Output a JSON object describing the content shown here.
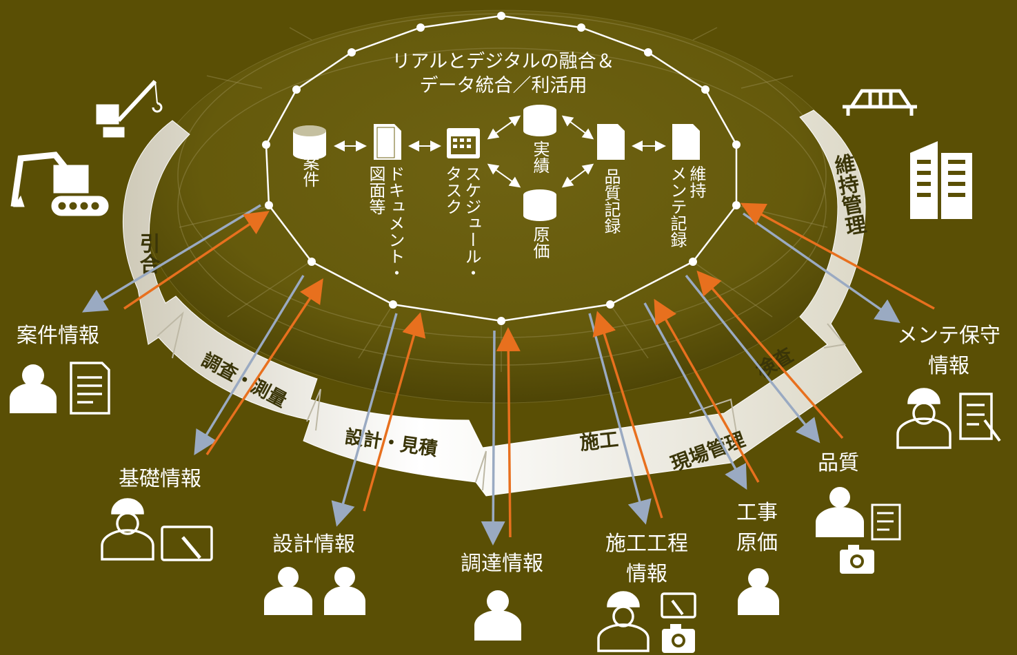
{
  "center": {
    "title_line1": "リアルとデジタルの融合＆",
    "title_line2": "データ統合／利活用"
  },
  "db_items": {
    "anken": "案件",
    "document": [
      "ドキュメント・",
      "図面等"
    ],
    "schedule": [
      "スケジュール・",
      "タスク"
    ],
    "jisseki": "実績",
    "genka": "原価",
    "hinshitsu_kiroku": "品質記録",
    "iji_kiroku": [
      "維持",
      "メンテ記録"
    ]
  },
  "process_phases": {
    "hikiai": "引合",
    "chousa": "調査・測量",
    "sekkei": "設計・見積",
    "sekou": "施工",
    "kensa": "検査",
    "genba": "現場管理",
    "iji": "維持管理"
  },
  "info_labels": {
    "anken": "案件情報",
    "kiso": "基礎情報",
    "sekkei": "設計情報",
    "choutatsu": "調達情報",
    "sekou_koutei": [
      "施工工程",
      "情報"
    ],
    "kouji_genka": [
      "工事",
      "原価"
    ],
    "hinshitsu": "品質",
    "mente": [
      "メンテ保守",
      "情報"
    ]
  },
  "icons": [
    "crane-icon",
    "excavator-icon",
    "bridge-icon",
    "building-icon",
    "person-icon",
    "helmet-worker-icon",
    "document-icon",
    "tablet-icon",
    "camera-icon",
    "checklist-icon",
    "database-icon",
    "calendar-icon"
  ],
  "colors": {
    "background": "#5a4f05",
    "arrow_orange": "#e8701e",
    "arrow_blue": "#9aaac2",
    "line_white": "#ffffff"
  }
}
